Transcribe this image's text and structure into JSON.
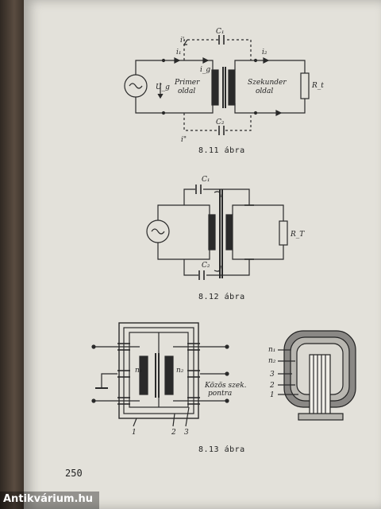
{
  "page_number": "250",
  "watermark": "Antikvárium.hu",
  "fig_8_11": {
    "caption": "8.11 ábra",
    "labels": {
      "i1": "i₁",
      "i1p": "i'",
      "i2": "i₂",
      "ig": "i_g",
      "ipp": "i\"",
      "ug": "U_g",
      "c1": "C₁",
      "c2": "C₂",
      "primer": "Primer",
      "primer2": "oldal",
      "szekunder": "Szekunder",
      "szekunder2": "oldal",
      "rt": "R_t"
    }
  },
  "fig_8_12": {
    "caption": "8.12 ábra",
    "labels": {
      "c1": "C₁",
      "c2": "C₂",
      "rt": "R_T"
    }
  },
  "fig_8_13": {
    "caption": "8.13 ábra",
    "labels": {
      "n1": "n₁",
      "n2": "n₂",
      "kozos1": "Közös szek.",
      "kozos2": "pontra",
      "w1": "1",
      "w2": "2",
      "w3": "3",
      "side_n1": "n₁",
      "side_n2": "n₂",
      "side_3": "3",
      "side_2": "2",
      "side_1": "1"
    }
  }
}
